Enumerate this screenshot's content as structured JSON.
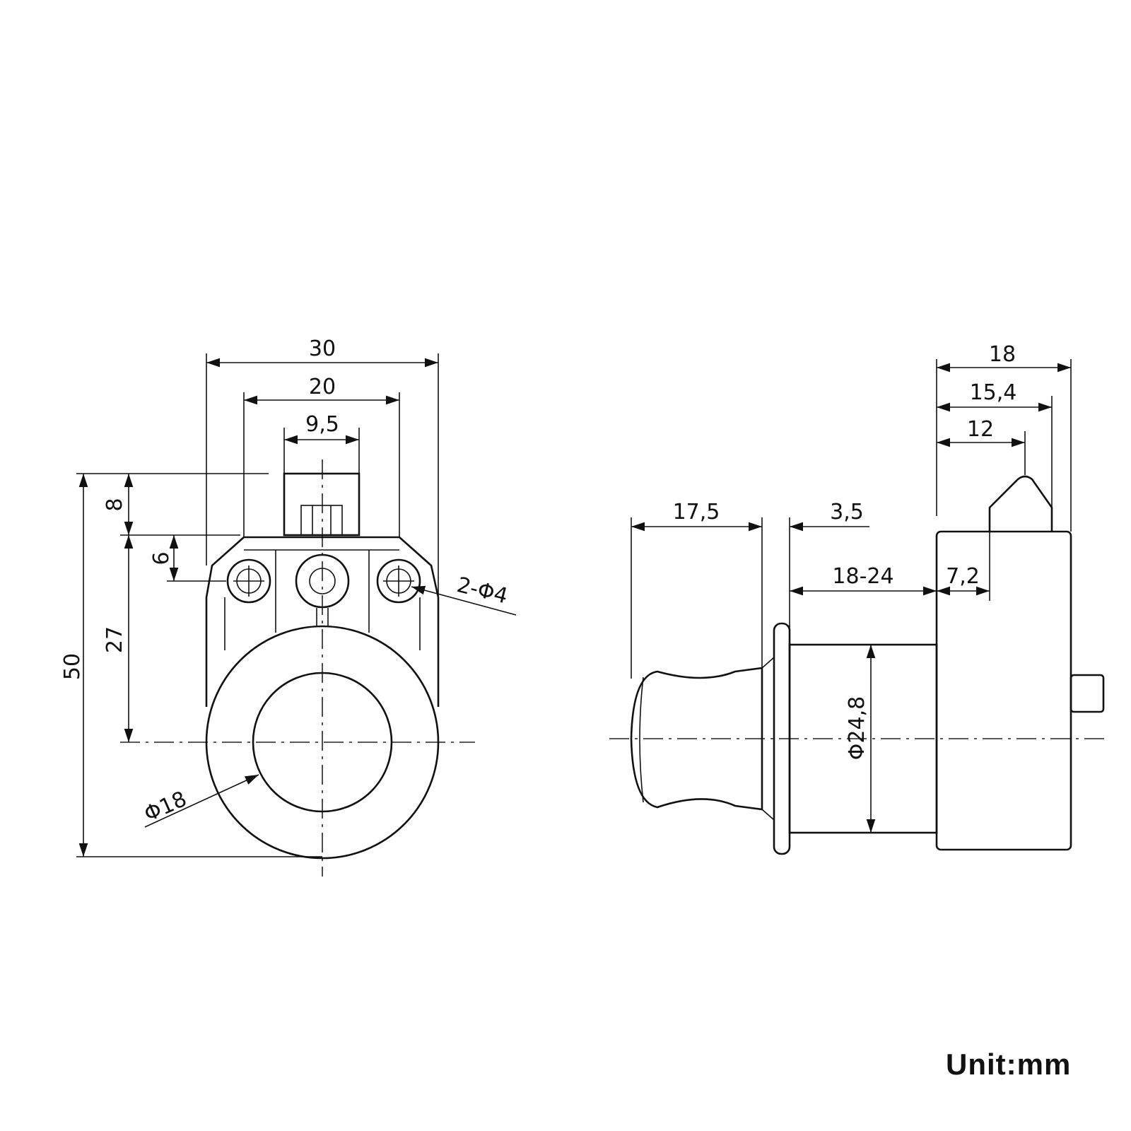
{
  "front_view": {
    "dims": {
      "width_30": "30",
      "width_20": "20",
      "width_9_5": "9,5",
      "height_8": "8",
      "height_6": "6",
      "height_27": "27",
      "height_50": "50",
      "hole_dia": "Φ18",
      "mount_holes": "2-Φ4"
    }
  },
  "side_view": {
    "dims": {
      "len_18": "18",
      "len_15_4": "15,4",
      "len_12": "12",
      "len_17_5": "17,5",
      "len_3_5": "3,5",
      "range_18_24": "18-24",
      "len_7_2": "7,2",
      "body_dia": "Φ24,8"
    }
  },
  "unit_label": "Unit:mm"
}
